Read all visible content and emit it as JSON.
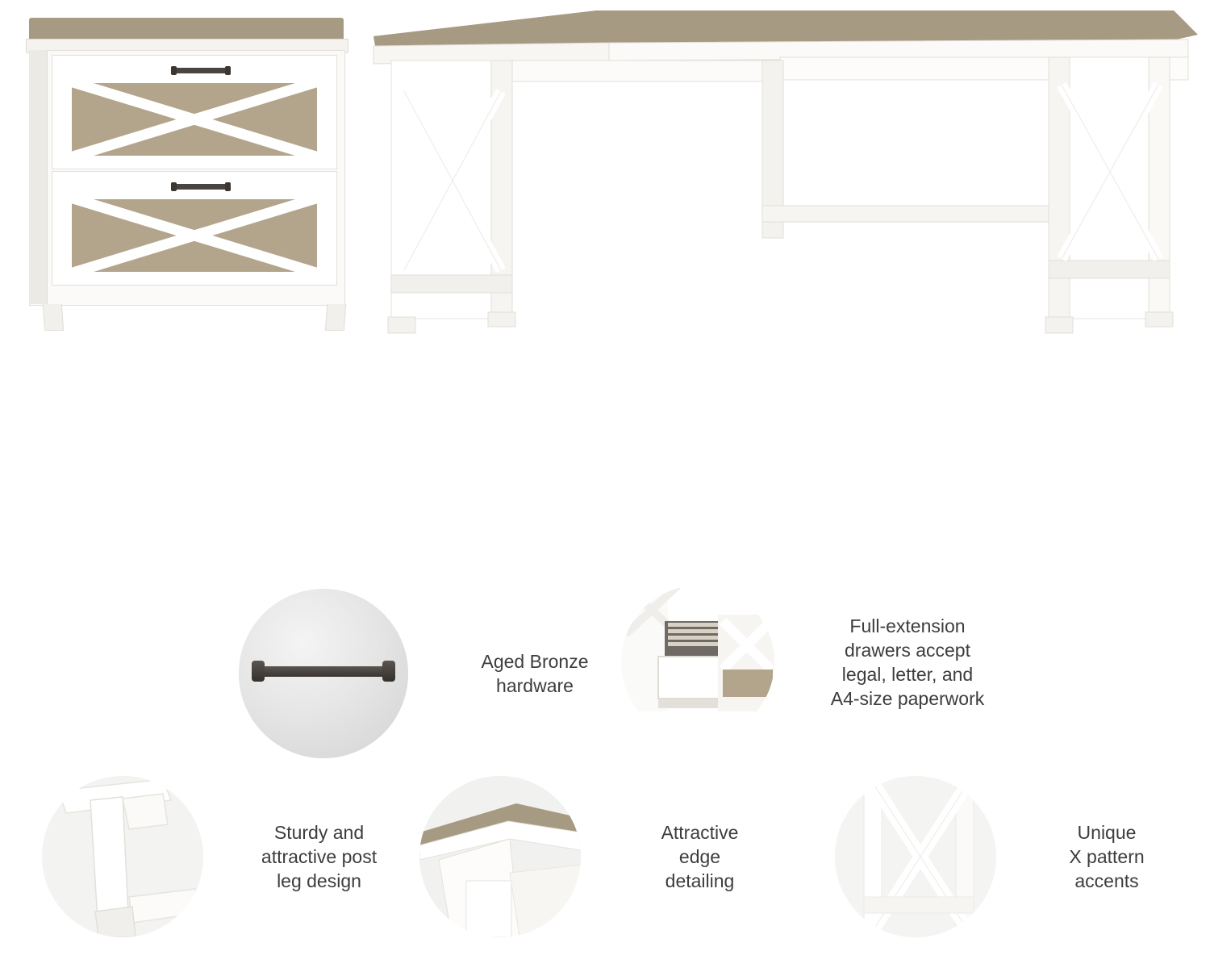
{
  "product": {
    "scene_name": "L-shaped desk with 2 drawer lateral file cabinet",
    "colors": {
      "white_frame": "#ffffff",
      "wood_top": "#a79a83",
      "wood_panel": "#b3a48c",
      "hardware_bronze": "#4a4440",
      "bubble_gray": "#e9e9e9",
      "text": "#3d3d3d"
    },
    "pieces": [
      {
        "name": "lateral-file-cabinet",
        "drawers": 2
      },
      {
        "name": "l-shaped-desk",
        "drawers": 0
      }
    ]
  },
  "features": [
    {
      "id": "aged-bronze-hardware",
      "icon": "drawer-pull-handle-icon",
      "text": "Aged Bronze\nhardware"
    },
    {
      "id": "full-extension-drawers",
      "icon": "open-file-drawer-icon",
      "text": "Full-extension\ndrawers accept\nlegal, letter, and\nA4-size paperwork"
    },
    {
      "id": "post-leg-design",
      "icon": "desk-leg-icon",
      "text": "Sturdy and\nattractive post\nleg design"
    },
    {
      "id": "edge-detailing",
      "icon": "desktop-edge-icon",
      "text": "Attractive\nedge\ndetailing"
    },
    {
      "id": "x-pattern-accents",
      "icon": "x-pattern-icon",
      "text": "Unique\nX pattern\naccents"
    }
  ]
}
